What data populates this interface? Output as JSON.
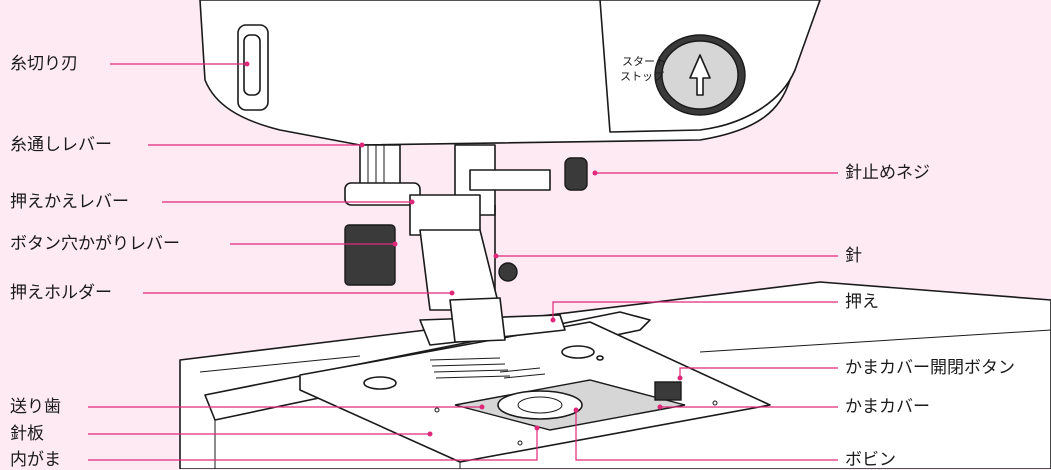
{
  "labels_left": [
    {
      "id": "thread-cutter",
      "text": "糸切り刃"
    },
    {
      "id": "threader-lever",
      "text": "糸通しレバー"
    },
    {
      "id": "presser-lever",
      "text": "押えかえレバー"
    },
    {
      "id": "buttonhole-lever",
      "text": "ボタン穴かがりレバー"
    },
    {
      "id": "presser-holder",
      "text": "押えホルダー"
    },
    {
      "id": "feed-dogs",
      "text": "送り歯"
    },
    {
      "id": "needle-plate",
      "text": "針板"
    },
    {
      "id": "inner-hook",
      "text": "内がま"
    }
  ],
  "labels_right": [
    {
      "id": "needle-clamp-screw",
      "text": "針止めネジ"
    },
    {
      "id": "needle",
      "text": "針"
    },
    {
      "id": "presser-foot",
      "text": "押え"
    },
    {
      "id": "hook-cover-release",
      "text": "かまカバー開閉ボタン"
    },
    {
      "id": "hook-cover",
      "text": "かまカバー"
    },
    {
      "id": "bobbin",
      "text": "ボビン"
    }
  ],
  "machine": {
    "start_stop_label_line1": "スタート",
    "start_stop_label_line2": "ストップ"
  },
  "colors": {
    "background": "#fdeaf3",
    "leader": "#e0287a",
    "ink": "#1a1a1a"
  }
}
